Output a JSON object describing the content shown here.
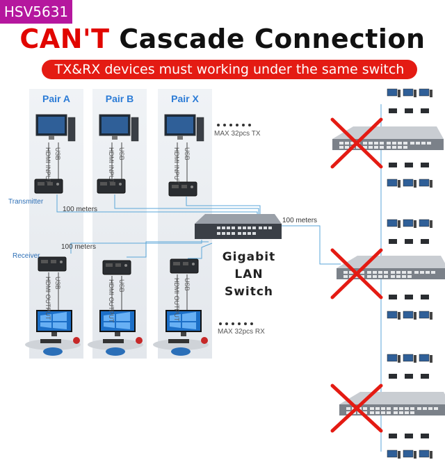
{
  "badge": "HSV5631",
  "title": {
    "part1": "CAN'T",
    "part2": "Cascade Connection"
  },
  "banner": "TX&RX devices must working under the same switch",
  "pairs": [
    "Pair A",
    "Pair B",
    "Pair X"
  ],
  "labels": {
    "transmitter": "Transmitter",
    "receiver": "Receiver",
    "meters_tx": "100 meters",
    "meters_rx": "100 meters",
    "meters_right": "100 meters",
    "max_tx": "MAX 32pcs TX",
    "max_rx": "MAX 32pcs RX",
    "hdmi_input": "HDMI INPUT",
    "hdmi_output": "HDMI OUTPUT",
    "usb": "USB",
    "switch_line1": "Gigabit",
    "switch_line2": "LAN",
    "switch_line3": "Switch"
  },
  "colors": {
    "accent_red": "#e41b13",
    "badge": "#b5179e",
    "pair_blue": "#2b7bd6",
    "cable_blue": "#5aa6d8"
  }
}
